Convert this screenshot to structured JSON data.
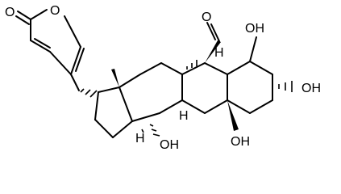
{
  "atom_labels": {
    "pyranone_carbonyl_o": "O",
    "pyranone_ring_o": "O",
    "c19_aldehyde_o": "O",
    "c10_stereo_h": "H",
    "c1_hydroxyl": "OH",
    "c3_hydroxyl": "OH",
    "c5_hydroxyl": "OH",
    "c14_hydroxyl": "OH",
    "c8_stereo_h": "H",
    "c9_stereo_h": "H"
  },
  "colors": {
    "ink": "#000000",
    "background": "#ffffff"
  }
}
